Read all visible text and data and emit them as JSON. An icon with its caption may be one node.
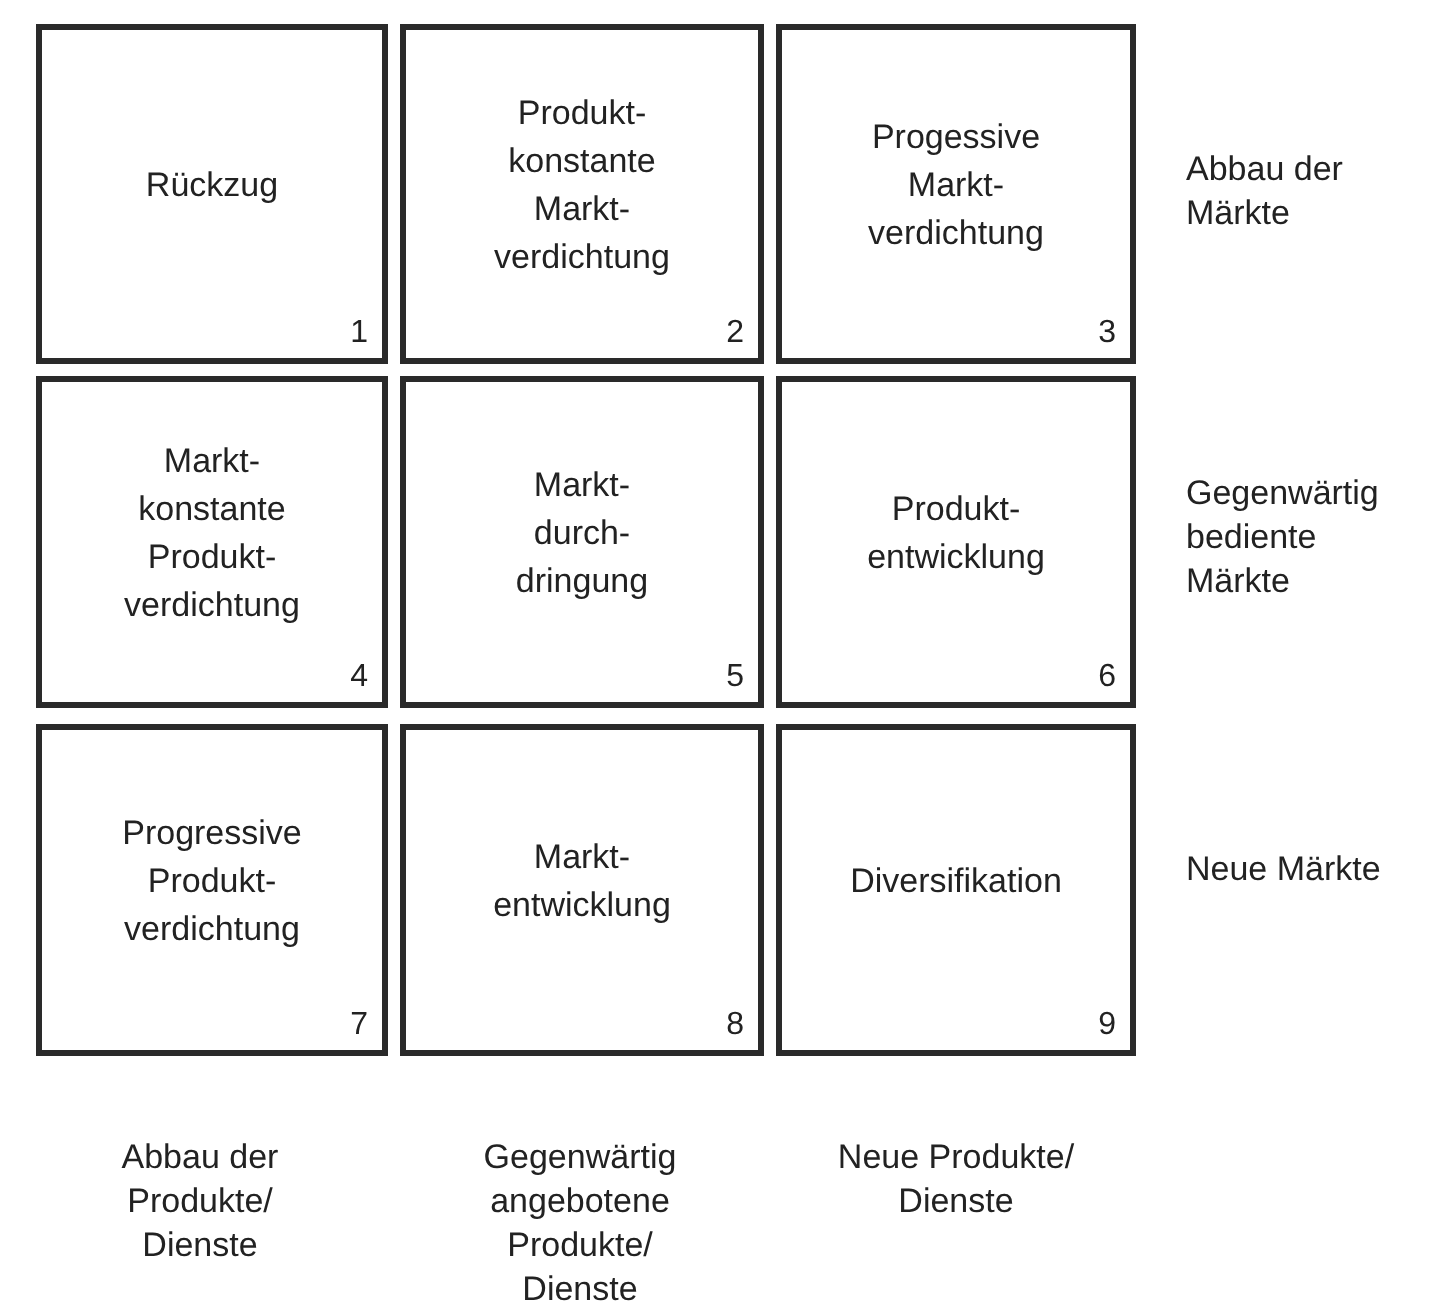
{
  "diagram": {
    "nodes": [
      {
        "text": [
          "Rückzug",
          "1"
        ]
      },
      {
        "text": [
          "Produkt- konstante Markt- verdichtung",
          "2"
        ]
      },
      {
        "text": [
          "Progessive Markt- verdichtung",
          "3"
        ]
      },
      {
        "text": [
          "Markt- konstante Produkt- verdichtung",
          "4"
        ]
      },
      {
        "text": [
          "Markt- durch- dringung",
          "5"
        ]
      },
      {
        "text": [
          "Produkt- entwicklung",
          "6"
        ]
      },
      {
        "text": [
          "Progressive Produkt- verdichtung",
          "7"
        ]
      },
      {
        "text": [
          "Markt- entwicklung",
          "8"
        ]
      },
      {
        "text": [
          "Diversifikation",
          "9"
        ]
      }
    ],
    "edges": [],
    "labels": [
      "Abbau der Märkte",
      "Gegenwärtig bediente Märkte",
      "Neue Märkte",
      "Abbau der Produkte/ Dienste",
      "Gegenwärtig angebotene Produkte/ Dienste",
      "Neue Produkte/ Dienste"
    ]
  }
}
